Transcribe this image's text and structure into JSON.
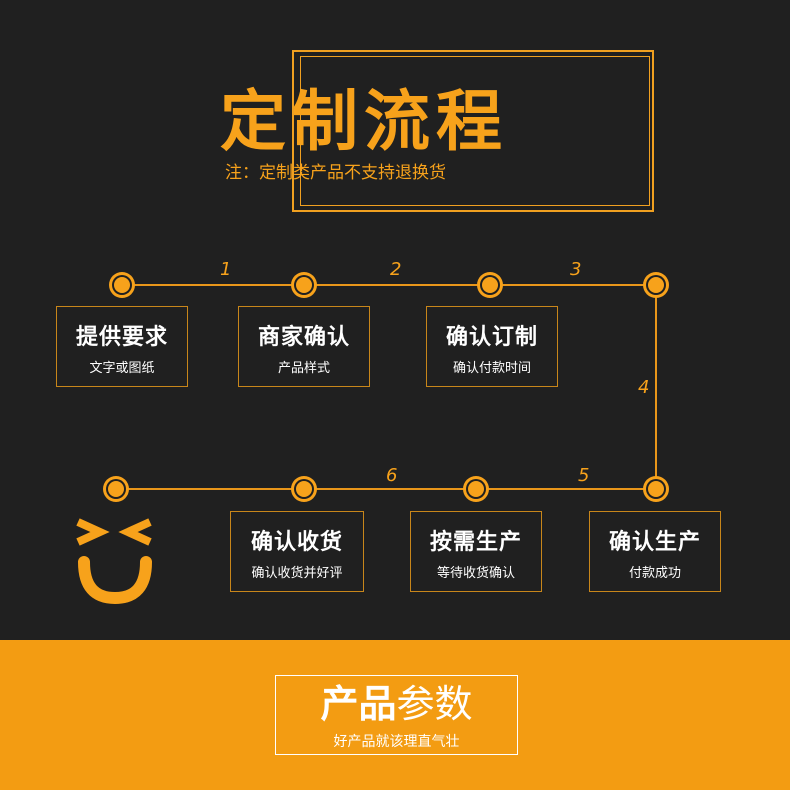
{
  "header": {
    "title": "定制流程",
    "note": "注：定制类产品不支持退换货"
  },
  "steps": [
    {
      "title": "提供要求",
      "sub": "文字或图纸"
    },
    {
      "title": "商家确认",
      "sub": "产品样式"
    },
    {
      "title": "确认订制",
      "sub": "确认付款时间"
    },
    {
      "title": "确认生产",
      "sub": "付款成功"
    },
    {
      "title": "按需生产",
      "sub": "等待收货确认"
    },
    {
      "title": "确认收货",
      "sub": "确认收货并好评"
    }
  ],
  "numbers": [
    "1",
    "2",
    "3",
    "4",
    "5",
    "6"
  ],
  "footer": {
    "title_bold": "产品",
    "title_light": "参数",
    "subtitle": "好产品就该理直气壮"
  },
  "colors": {
    "accent": "#f7a21b",
    "background": "#202020",
    "footer_bg": "#f39c12"
  },
  "icons": [
    "smiley-icon"
  ]
}
